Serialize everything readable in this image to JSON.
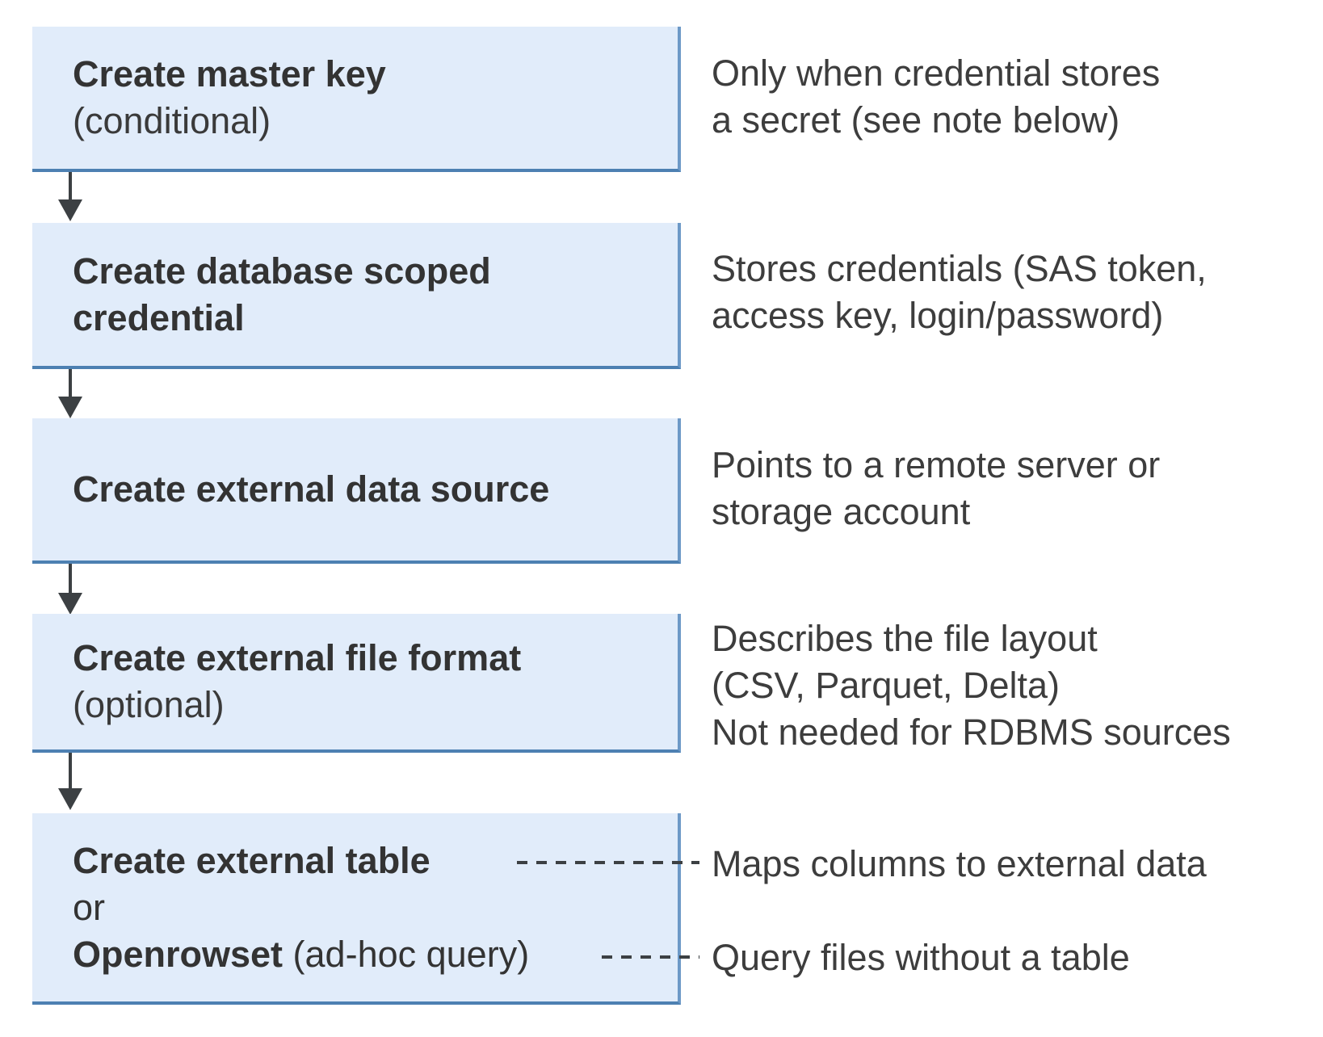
{
  "colors": {
    "box_fill": "#e1ecfa",
    "box_border_bottom": "#4d80b2",
    "box_border_right": "#6d99c7",
    "box_text": "#333333",
    "note_text": "#3d3d3d",
    "connector": "#3c4043"
  },
  "steps": [
    {
      "title": "Create master key",
      "subtitle": "(conditional)",
      "note": "Only when credential stores\na secret (see note below)"
    },
    {
      "title": "Create database scoped\ncredential",
      "note": "Stores credentials (SAS token,\naccess key, login/password)"
    },
    {
      "title": "Create external data source",
      "note": "Points to a remote server or\nstorage account"
    },
    {
      "title": "Create external file format",
      "subtitle": "(optional)",
      "note": "Describes the file layout\n(CSV, Parquet, Delta)\nNot needed for RDBMS sources"
    },
    {
      "title": "Create external table",
      "or_label": "or",
      "alt_title": "Openrowset",
      "alt_suffix": " (ad-hoc query)",
      "note_table": "Maps columns to external data",
      "note_openrowset": "Query files without a table"
    }
  ]
}
